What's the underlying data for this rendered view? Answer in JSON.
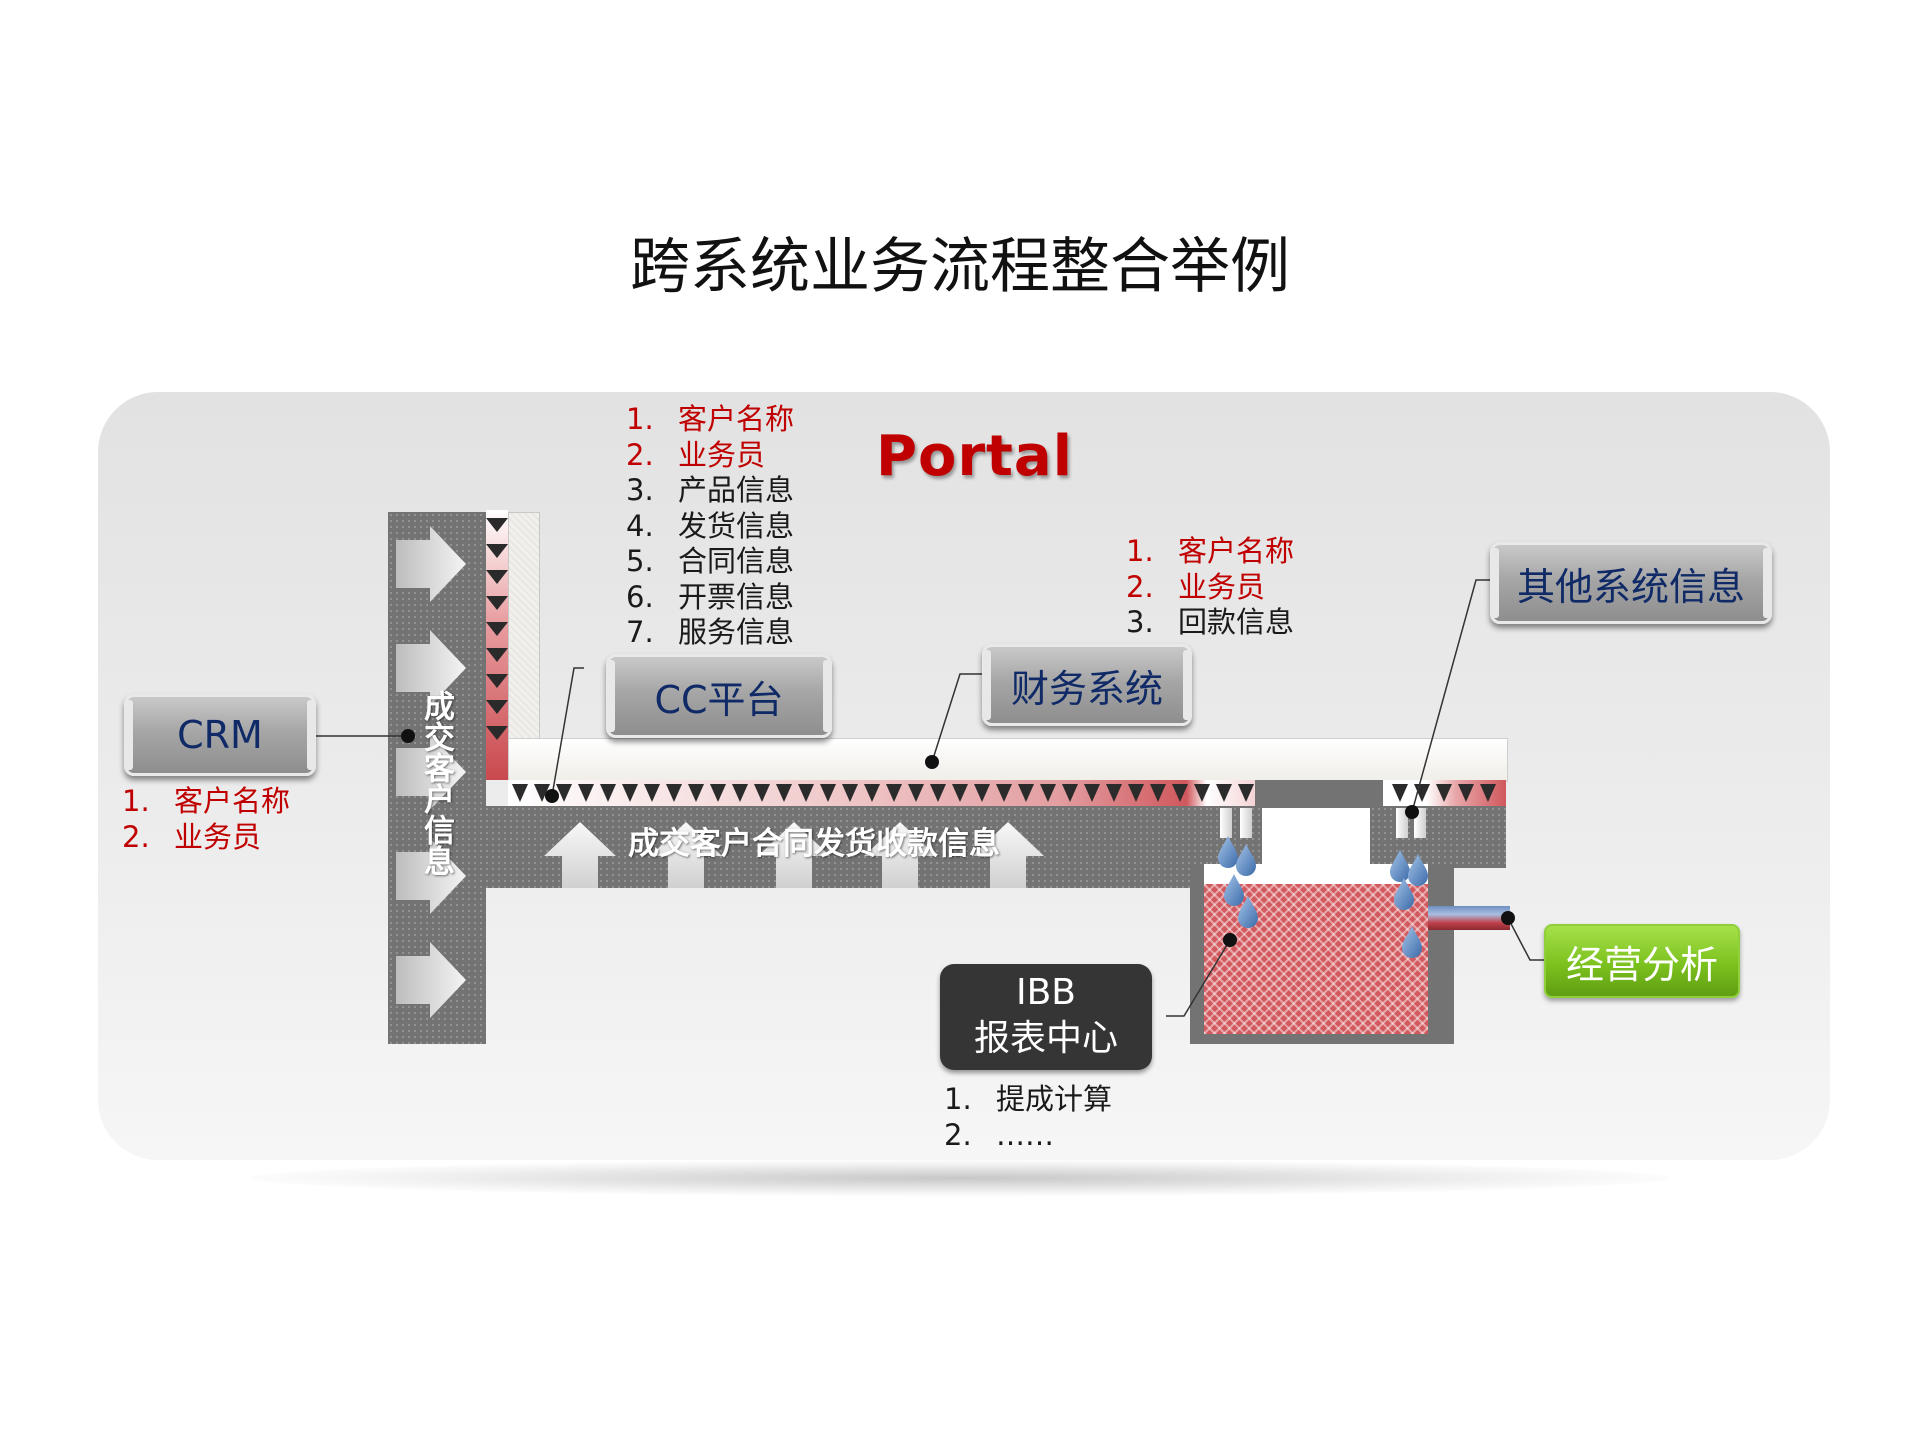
{
  "title": "跨系统业务流程整合举例",
  "portal_label": "Portal",
  "systems": {
    "crm": "CRM",
    "cc": "CC平台",
    "finance": "财务系统",
    "other": "其他系统信息",
    "ibb_line1": "IBB",
    "ibb_line2": "报表中心",
    "analysis": "经营分析"
  },
  "flows": {
    "vertical_label": "成交客户信息",
    "horizontal_label": "成交客户合同发货收款信息"
  },
  "lists": {
    "crm": [
      {
        "num": "1.",
        "text": "客户名称",
        "highlight": true
      },
      {
        "num": "2.",
        "text": "业务员",
        "highlight": true
      }
    ],
    "cc": [
      {
        "num": "1.",
        "text": "客户名称",
        "highlight": true
      },
      {
        "num": "2.",
        "text": "业务员",
        "highlight": true
      },
      {
        "num": "3.",
        "text": "产品信息",
        "highlight": false
      },
      {
        "num": "4.",
        "text": "发货信息",
        "highlight": false
      },
      {
        "num": "5.",
        "text": "合同信息",
        "highlight": false
      },
      {
        "num": "6.",
        "text": "开票信息",
        "highlight": false
      },
      {
        "num": "7.",
        "text": "服务信息",
        "highlight": false
      }
    ],
    "finance": [
      {
        "num": "1.",
        "text": "客户名称",
        "highlight": true
      },
      {
        "num": "2.",
        "text": "业务员",
        "highlight": true
      },
      {
        "num": "3.",
        "text": "回款信息",
        "highlight": false
      }
    ],
    "ibb": [
      {
        "num": "1.",
        "text": "提成计算",
        "highlight": false
      },
      {
        "num": "2.",
        "text": "……",
        "highlight": false
      }
    ]
  },
  "colors": {
    "highlight_text": "#c00000",
    "portal_red": "#c00000",
    "system_text": "#0f2a66",
    "analysis_green": "#7cc21e",
    "ibb_box": "#333333",
    "pipe_gray": "#737373"
  }
}
